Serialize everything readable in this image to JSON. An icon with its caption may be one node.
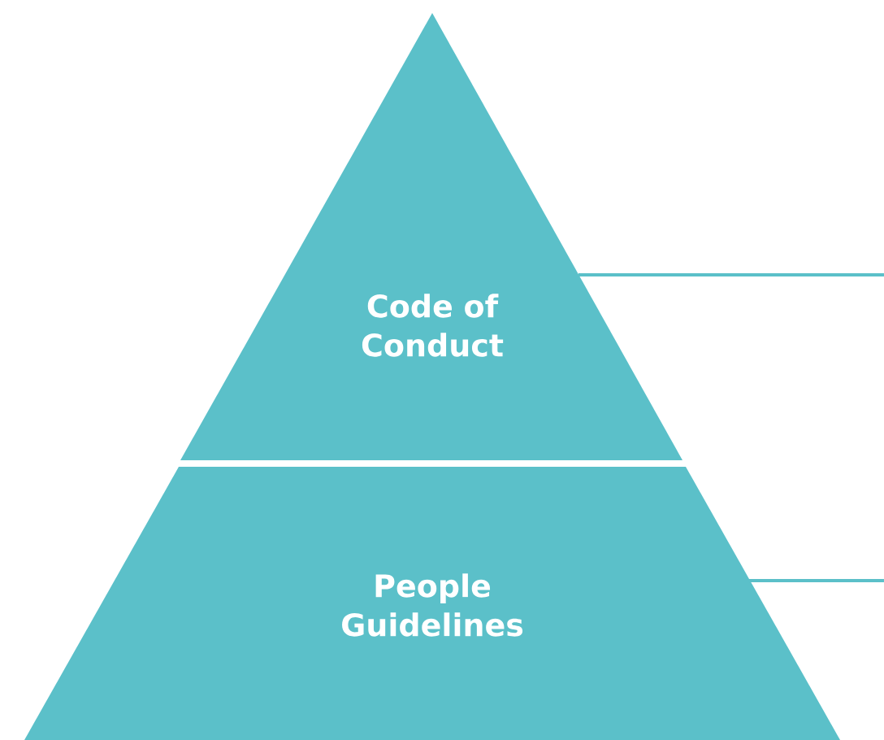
{
  "diagram": {
    "nodes": [
      {
        "text": [
          "Code of Conduct"
        ]
      },
      {
        "text": [
          "People Guidelines"
        ]
      }
    ],
    "edges": [
      {
        "from": 0,
        "to": null,
        "arrow": "none"
      },
      {
        "from": 1,
        "to": null,
        "arrow": "none"
      }
    ]
  }
}
